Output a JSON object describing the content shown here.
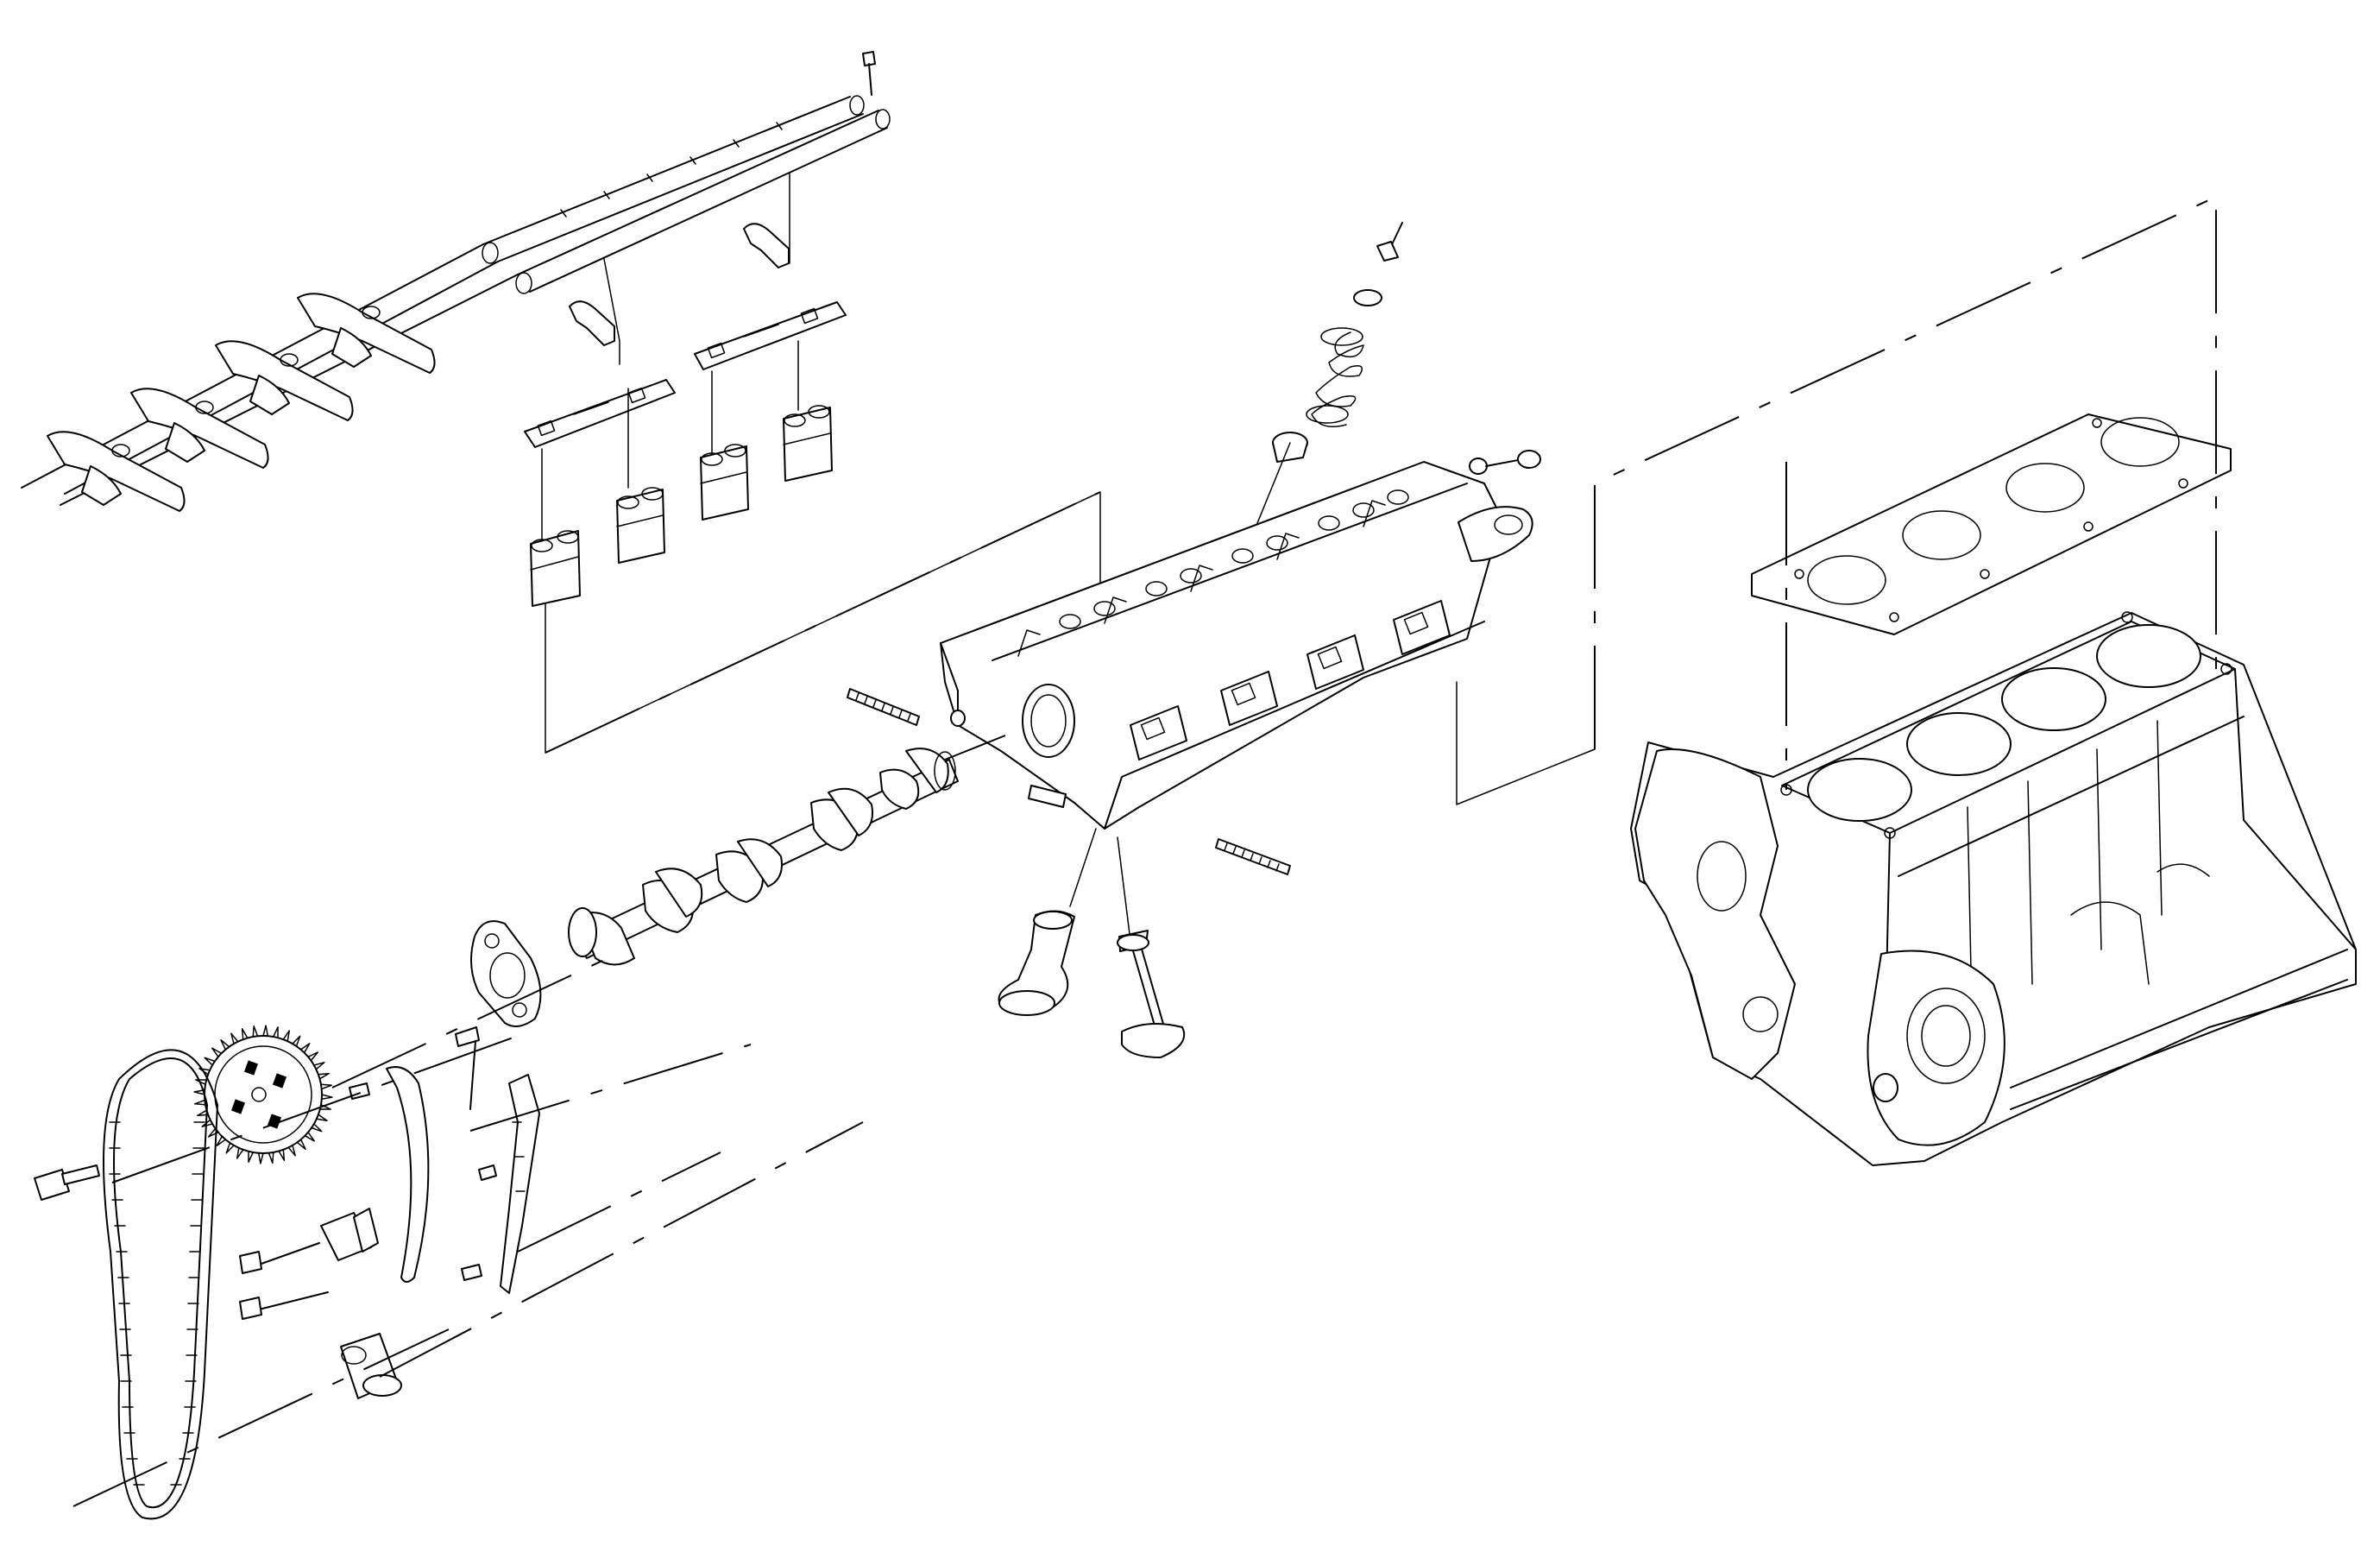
{
  "figure": {
    "type": "exploded-view-line-drawing",
    "subject": "engine",
    "background_color": "#ffffff",
    "line_color": "#000000",
    "text_labels": []
  },
  "parts": [
    {
      "id": "rocker-shafts"
    },
    {
      "id": "rocker-arms"
    },
    {
      "id": "shaft-clamps"
    },
    {
      "id": "lifter-carriers"
    },
    {
      "id": "hydraulic-lifters"
    },
    {
      "id": "valve-keepers"
    },
    {
      "id": "valve-spring"
    },
    {
      "id": "valve-stem-seal"
    },
    {
      "id": "cylinder-head"
    },
    {
      "id": "camshaft"
    },
    {
      "id": "head-studs"
    },
    {
      "id": "valves"
    },
    {
      "id": "camshaft-seal-plate"
    },
    {
      "id": "camshaft-sprocket"
    },
    {
      "id": "timing-chain"
    },
    {
      "id": "chain-guides"
    },
    {
      "id": "chain-tensioner"
    },
    {
      "id": "crankshaft-sprocket"
    },
    {
      "id": "head-gasket"
    },
    {
      "id": "engine-block"
    }
  ]
}
